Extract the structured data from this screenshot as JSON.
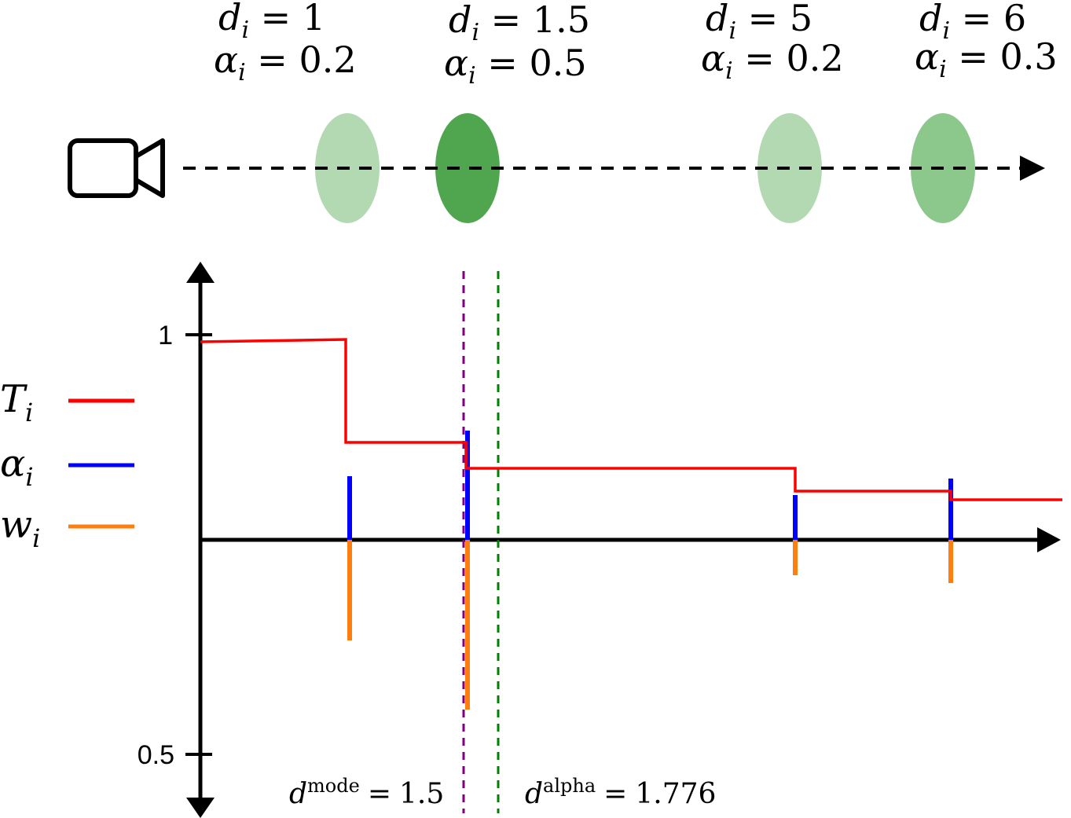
{
  "gaussians": [
    {
      "d_label": "1",
      "a_label": "0.2",
      "color": "#b3d9b3"
    },
    {
      "d_label": "1.5",
      "a_label": "0.5",
      "color": "#4fa64f"
    },
    {
      "d_label": "5",
      "a_label": "0.2",
      "color": "#b3d9b3"
    },
    {
      "d_label": "6",
      "a_label": "0.3",
      "color": "#8cc78c"
    }
  ],
  "symbols": {
    "d": "d",
    "alpha": "α",
    "sub_i": "i",
    "equals": "=",
    "T": "T",
    "w": "w"
  },
  "y_ticks": [
    {
      "label": "1"
    },
    {
      "label": "0.5"
    }
  ],
  "legend": [
    {
      "symbol": "T",
      "color": "#ff0000"
    },
    {
      "symbol": "α",
      "color": "#0000ff"
    },
    {
      "symbol": "w",
      "color": "#ff7f0e"
    }
  ],
  "annotations": {
    "mode": {
      "sup": "mode",
      "value": "1.5",
      "color": "#800080"
    },
    "alpha": {
      "sup": "alpha",
      "value": "1.776",
      "color": "#008000"
    }
  },
  "colors": {
    "transmittance": "#ff0000",
    "alpha_bars": "#0000ff",
    "weight_bars": "#ff7f0e",
    "axis": "#000000"
  }
}
